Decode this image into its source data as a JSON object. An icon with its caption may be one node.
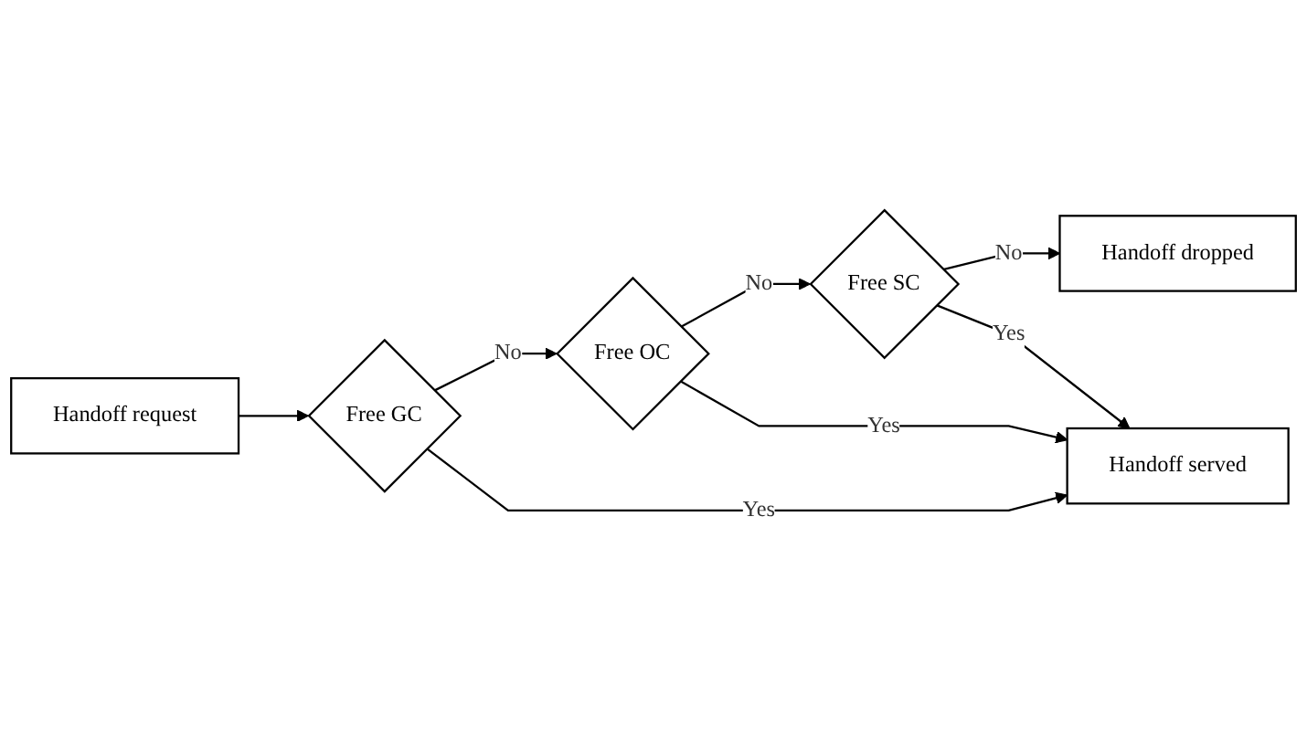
{
  "diagram": {
    "nodes": [
      {
        "text": [
          "Handoff request"
        ]
      },
      {
        "text": [
          "Free GC"
        ]
      },
      {
        "text": [
          "Free OC"
        ]
      },
      {
        "text": [
          "Free SC"
        ]
      },
      {
        "text": [
          "Handoff dropped"
        ]
      },
      {
        "text": [
          "Handoff served"
        ]
      }
    ],
    "edges": [
      {
        "from": 0,
        "to": 1,
        "arrow": "to"
      },
      {
        "from": 1,
        "to": 2,
        "label": "No",
        "arrow": "to"
      },
      {
        "from": 2,
        "to": 3,
        "label": "No",
        "arrow": "to"
      },
      {
        "from": 3,
        "to": 4,
        "label": "No",
        "arrow": "to"
      },
      {
        "from": 1,
        "to": 5,
        "label": "Yes",
        "arrow": "to"
      },
      {
        "from": 2,
        "to": 5,
        "label": "Yes",
        "arrow": "to"
      },
      {
        "from": 3,
        "to": 5,
        "label": "Yes",
        "arrow": "to"
      }
    ]
  }
}
